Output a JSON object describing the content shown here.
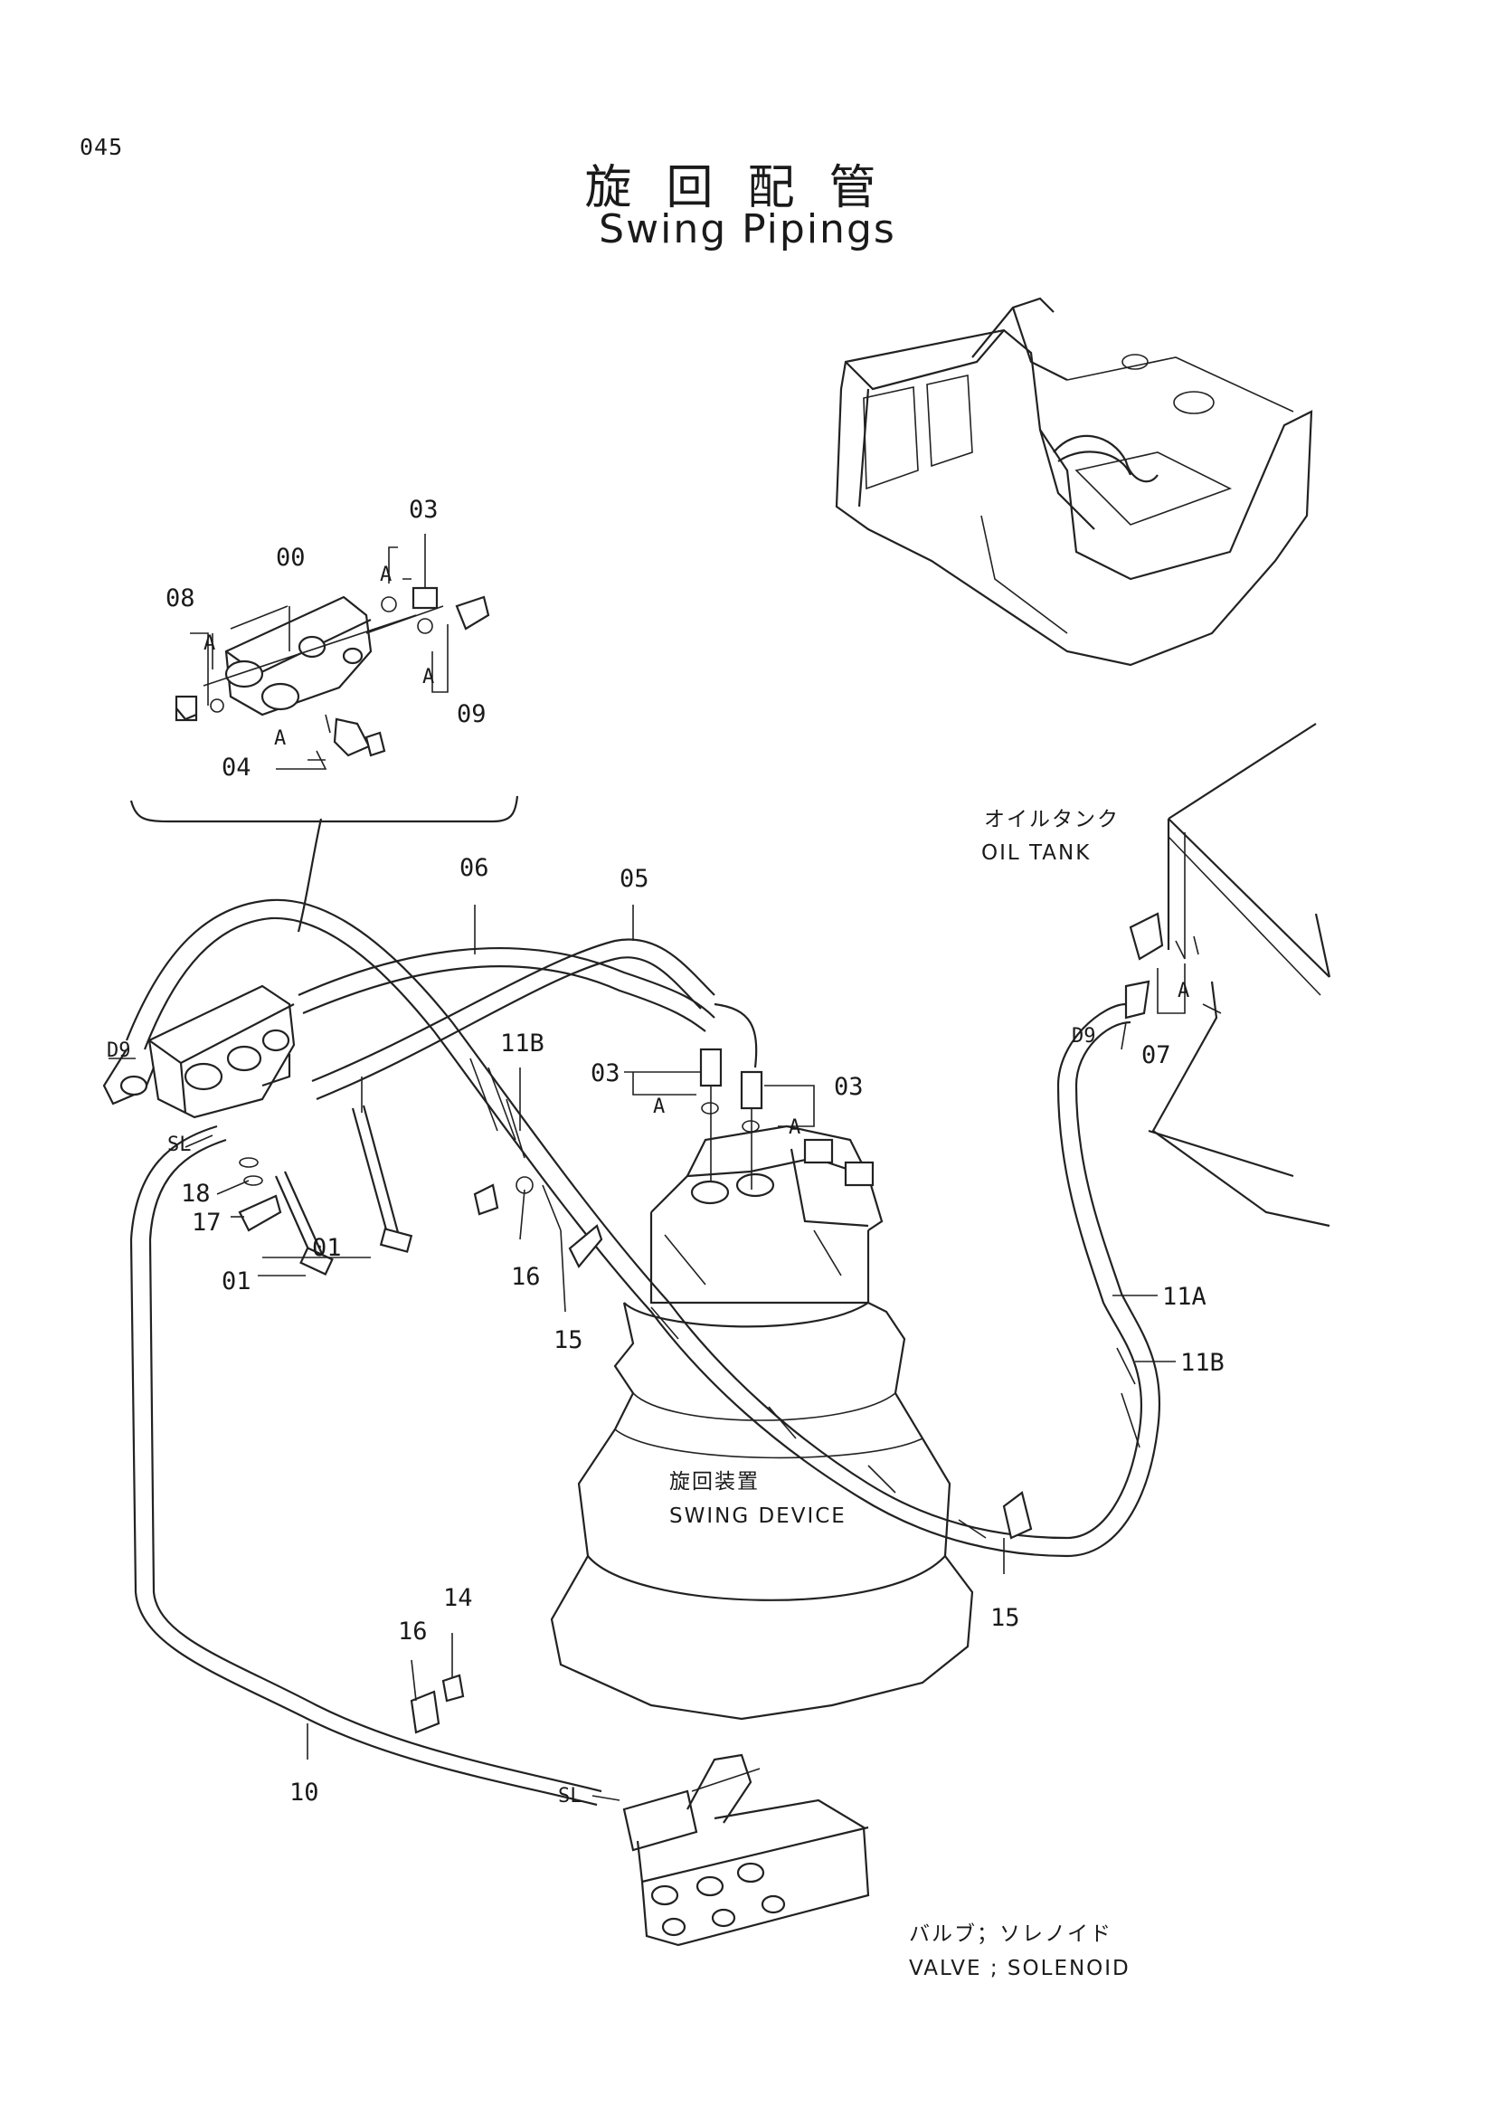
{
  "page_number": "045",
  "title_jp": "旋回配管",
  "title_en": "Swing Pipings",
  "callouts": {
    "c00": "00",
    "c01a": "01",
    "c01b": "01",
    "c03a": "03",
    "c03b": "03",
    "c03c": "03",
    "c04": "04",
    "c05": "05",
    "c06": "06",
    "c07": "07",
    "c08": "08",
    "c09": "09",
    "c10": "10",
    "c11a": "11A",
    "c11b_left": "11B",
    "c11b_right": "11B",
    "c14": "14",
    "c15a": "15",
    "c15b": "15",
    "c16a": "16",
    "c16b": "16",
    "c17": "17",
    "c18": "18",
    "a1": "A",
    "a2": "A",
    "a3": "A",
    "a4": "A",
    "a5": "A",
    "a6": "A",
    "a7": "A",
    "d9a": "D9",
    "d9b": "D9",
    "sla": "SL",
    "slb": "SL"
  },
  "captions": {
    "oil_tank_jp": "オイルタンク",
    "oil_tank_en": "OIL TANK",
    "swing_device_jp": "旋回装置",
    "swing_device_en": "SWING DEVICE",
    "valve_jp": "バルブ；ソレノイド",
    "valve_en": "VALVE ; SOLENOID"
  }
}
